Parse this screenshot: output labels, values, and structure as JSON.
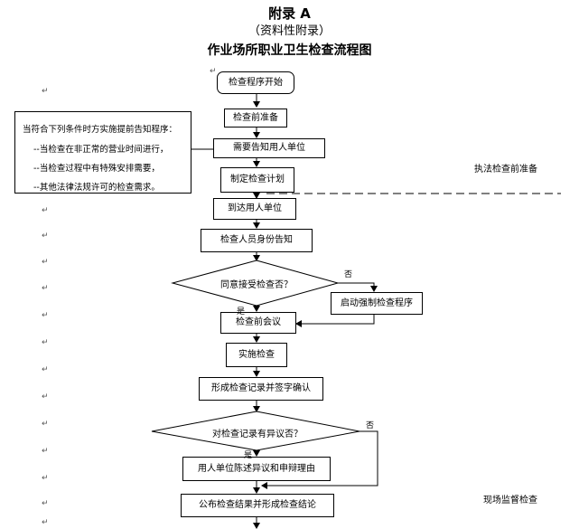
{
  "header": {
    "title": "附录 A",
    "subtitle": "（资料性附录）",
    "heading": "作业场所职业卫生检查流程图"
  },
  "flow": {
    "start": "检查程序开始",
    "prep": "检查前准备",
    "notify_employer_q": "需要告知用人单位",
    "plan": "制定检查计划",
    "notify_employer": "到达用人单位",
    "identity": "检查人员身份告知",
    "accept_q": "同意接受检查否？",
    "enforce": "启动强制检查程序",
    "pre_meeting": "检查前会议",
    "implement": "实施检查",
    "record": "形成检查记录并签字确认",
    "dispute_q": "对检查记录有异议否？",
    "statement": "用人单位陈述异议和申辩理由",
    "publish": "公布检查结果并形成检查结论"
  },
  "branch_labels": {
    "yes": "是",
    "no": "否"
  },
  "note": {
    "intro": "当符合下列条件时方实施提前告知程序：",
    "items": [
      "--当检查在非正常的营业时间进行，",
      "--当检查过程中有特殊安排需要，",
      "--其他法律法规许可的检查需求。"
    ]
  },
  "side_labels": {
    "phase1": "执法检查前准备",
    "phase2": "现场监督检查"
  },
  "paragraph_mark": "↵"
}
